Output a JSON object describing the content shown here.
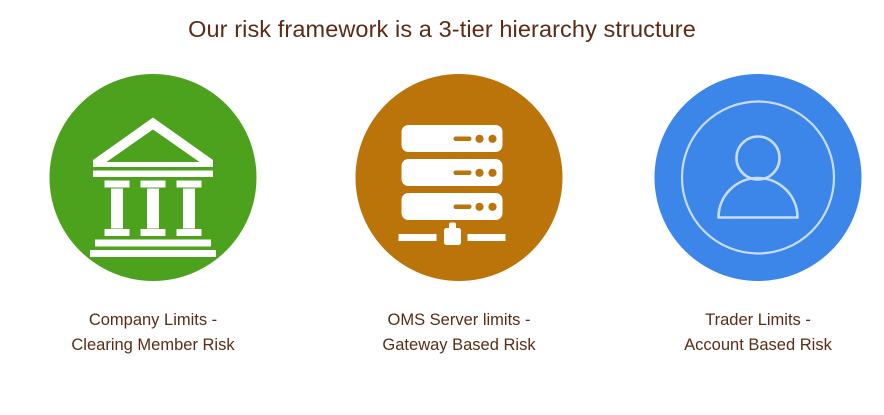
{
  "slide": {
    "title": "Our risk framework is a 3-tier hierarchy structure",
    "background_color": "#ffffff",
    "text_color": "#5b2b16"
  },
  "tiers": [
    {
      "id": "company-limits",
      "icon": "bank-building-icon",
      "circle_color": "#4ca11d",
      "icon_color": "#ffffff",
      "caption_line1": "Company Limits -",
      "caption_line2": "Clearing Member Risk"
    },
    {
      "id": "oms-server-limits",
      "icon": "server-rack-icon",
      "circle_color": "#bb740a",
      "icon_color": "#ffffff",
      "caption_line1": "OMS Server limits -",
      "caption_line2": "Gateway Based Risk"
    },
    {
      "id": "trader-limits",
      "icon": "user-person-icon",
      "circle_color": "#3b86e8",
      "icon_color": "#c9dcf7",
      "caption_line1": "Trader Limits -",
      "caption_line2": "Account Based Risk"
    }
  ]
}
